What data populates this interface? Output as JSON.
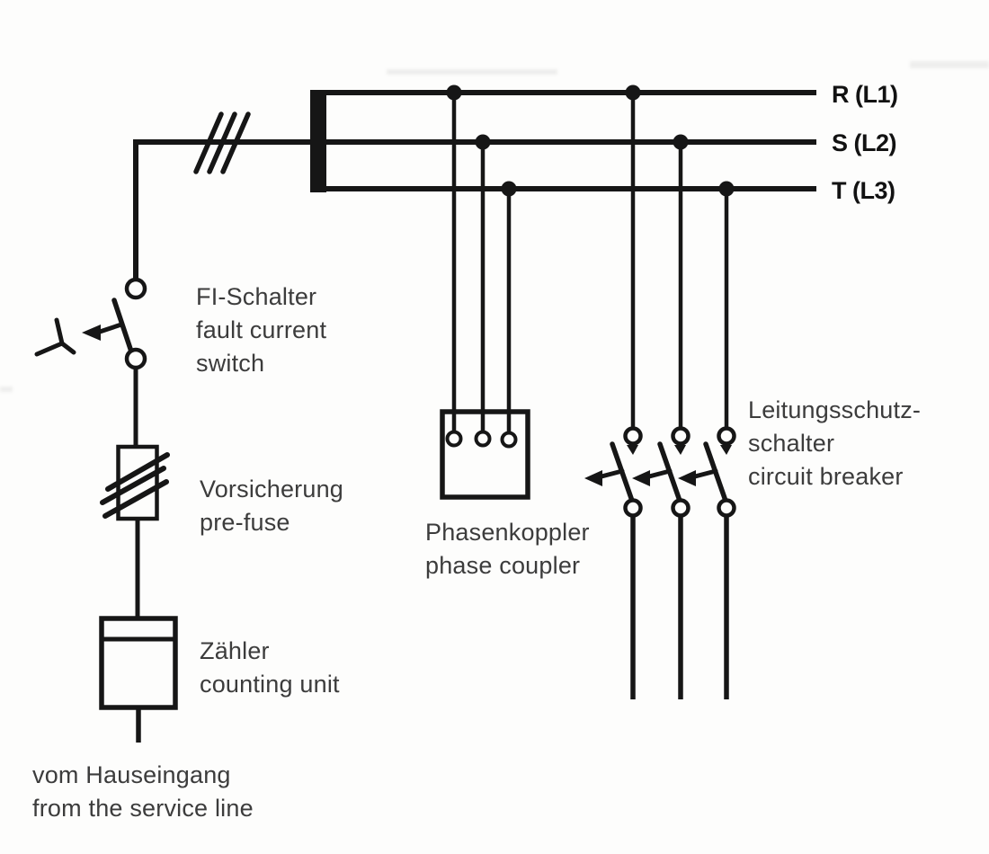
{
  "page": {
    "background": "#fdfdfc",
    "ink_color": "#161616",
    "label_color": "#3c3c3c"
  },
  "phase_labels": [
    "R (L1)",
    "S (L2)",
    "T (L3)"
  ],
  "labels": {
    "fi_switch": {
      "de": "FI-Schalter",
      "en_line1": "fault current",
      "en_line2": "switch"
    },
    "pre_fuse": {
      "de": "Vorsicherung",
      "en": "pre-fuse"
    },
    "counting_unit": {
      "de": "Zähler",
      "en": "counting unit"
    },
    "phase_coupler": {
      "de": "Phasenkoppler",
      "en": "phase coupler"
    },
    "circuit_breaker": {
      "de_line1": "Leitungsschutz-",
      "de_line2": "schalter",
      "en": "circuit breaker"
    },
    "service_entry": {
      "de": "vom Hauseingang",
      "en": "from the service line"
    }
  }
}
